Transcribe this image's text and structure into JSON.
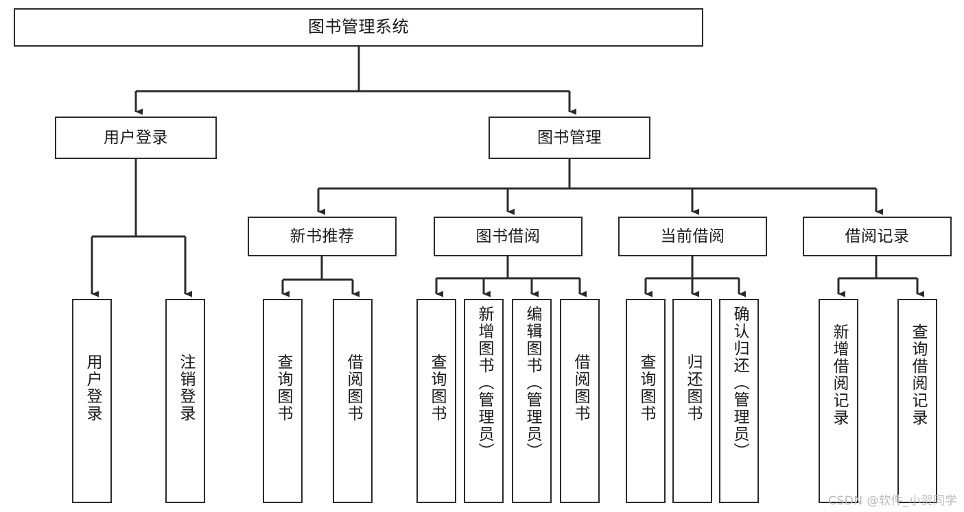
{
  "diagram": {
    "type": "tree-hierarchy-chart",
    "title": "图书管理系统",
    "stroke_color": "#2b2b2b",
    "fill_color": "#ffffff",
    "text_color": "#1a1a1a",
    "watermark": "CSDN @软件_小贺同学",
    "nodes": {
      "root": {
        "label": "图书管理系统"
      },
      "level2": [
        {
          "id": "user-login",
          "label": "用户登录"
        },
        {
          "id": "book-manage",
          "label": "图书管理"
        }
      ],
      "level3": [
        {
          "id": "new-book-recommend",
          "label": "新书推荐"
        },
        {
          "id": "book-borrow",
          "label": "图书借阅"
        },
        {
          "id": "current-borrow",
          "label": "当前借阅"
        },
        {
          "id": "borrow-record",
          "label": "借阅记录"
        }
      ],
      "leaves": {
        "user-login": [
          {
            "id": "leaf-user-login",
            "label": "用户登录"
          },
          {
            "id": "leaf-user-logout",
            "label": "注销登录"
          }
        ],
        "new-book-recommend": [
          {
            "id": "leaf-query-book-1",
            "label": "查询图书"
          },
          {
            "id": "leaf-borrow-book-1",
            "label": "借阅图书"
          }
        ],
        "book-borrow": [
          {
            "id": "leaf-query-book-2",
            "label": "查询图书"
          },
          {
            "id": "leaf-add-book",
            "label": "新增图书（管理员）"
          },
          {
            "id": "leaf-edit-book",
            "label": "编辑图书（管理员）"
          },
          {
            "id": "leaf-borrow-book-2",
            "label": "借阅图书"
          }
        ],
        "current-borrow": [
          {
            "id": "leaf-query-book-3",
            "label": "查询图书"
          },
          {
            "id": "leaf-return-book",
            "label": "归还图书"
          },
          {
            "id": "leaf-confirm-return",
            "label": "确认归还（管理员）"
          }
        ],
        "borrow-record": [
          {
            "id": "leaf-add-borrow-record",
            "label": "新增借阅记录"
          },
          {
            "id": "leaf-query-borrow-record",
            "label": "查询借阅记录"
          }
        ]
      }
    }
  }
}
